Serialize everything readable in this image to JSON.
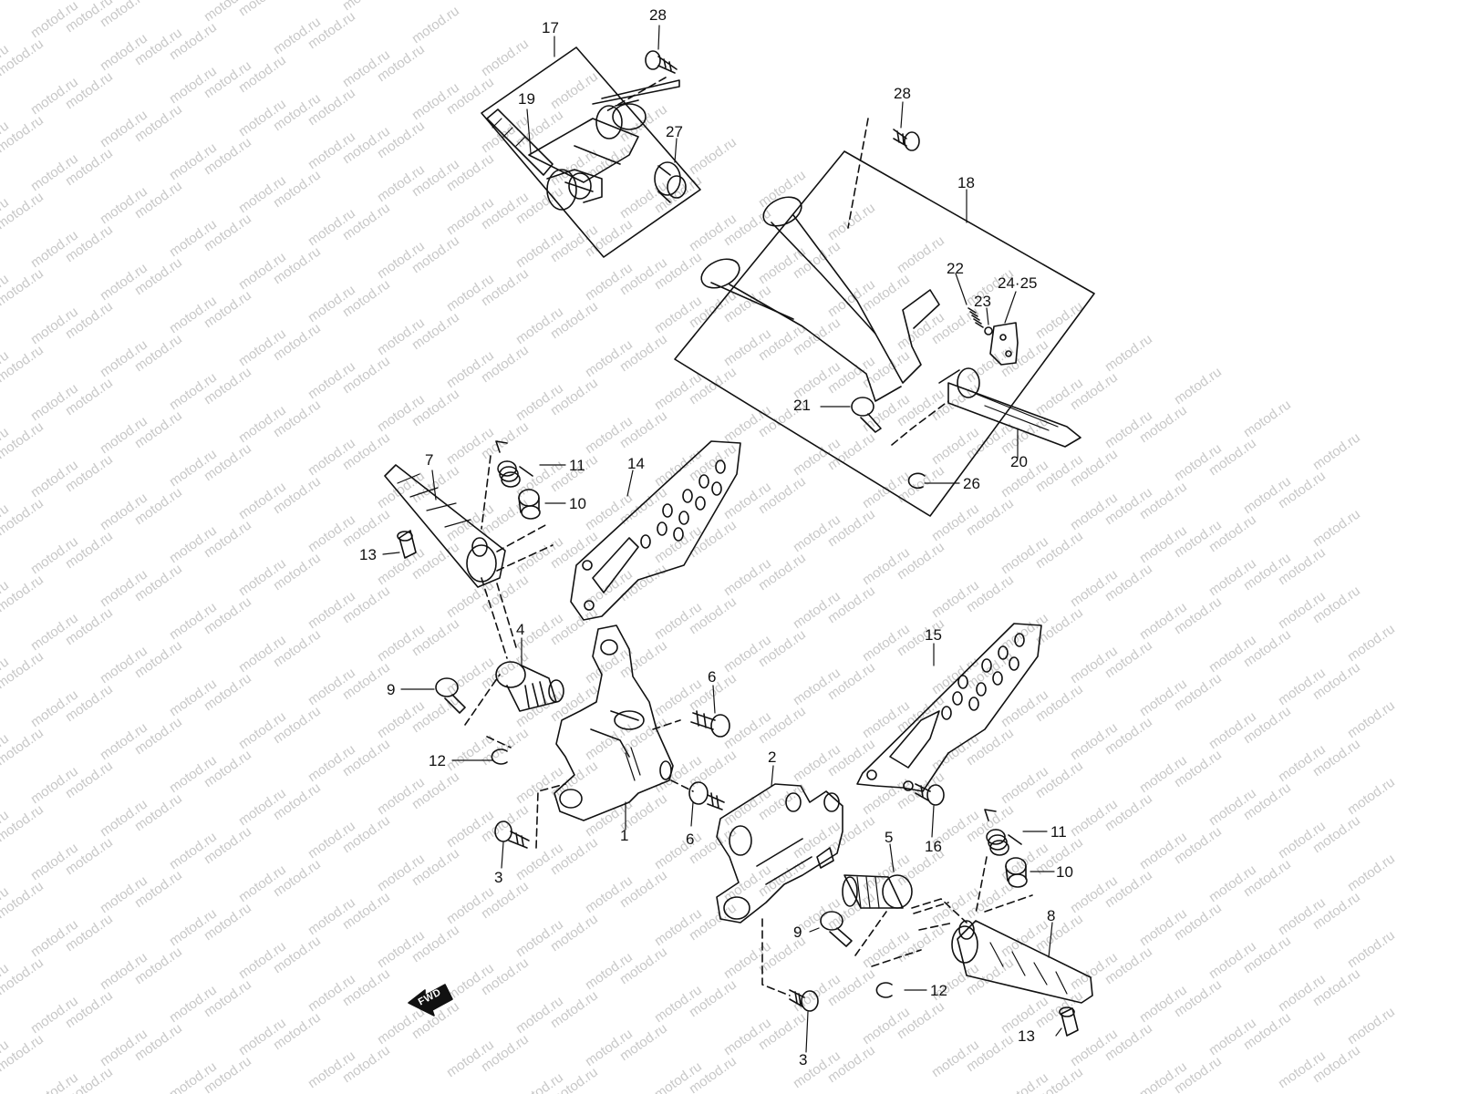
{
  "diagram": {
    "watermark": "motod.ru",
    "fwd_label": "FWD",
    "colors": {
      "line": "#111111",
      "watermark": "#c8c8c8",
      "background": "#ffffff"
    },
    "callouts": {
      "p1": "1",
      "p2": "2",
      "p3a": "3",
      "p3b": "3",
      "p4": "4",
      "p5": "5",
      "p6a": "6",
      "p6b": "6",
      "p7": "7",
      "p8": "8",
      "p9a": "9",
      "p9b": "9",
      "p10a": "10",
      "p10b": "10",
      "p11a": "11",
      "p11b": "11",
      "p12a": "12",
      "p12b": "12",
      "p13a": "13",
      "p13b": "13",
      "p14": "14",
      "p15": "15",
      "p16": "16",
      "p17": "17",
      "p18": "18",
      "p19": "19",
      "p20": "20",
      "p21": "21",
      "p22": "22",
      "p23": "23",
      "p2425": "24·25",
      "p26": "26",
      "p27": "27",
      "p28a": "28",
      "p28b": "28"
    }
  }
}
